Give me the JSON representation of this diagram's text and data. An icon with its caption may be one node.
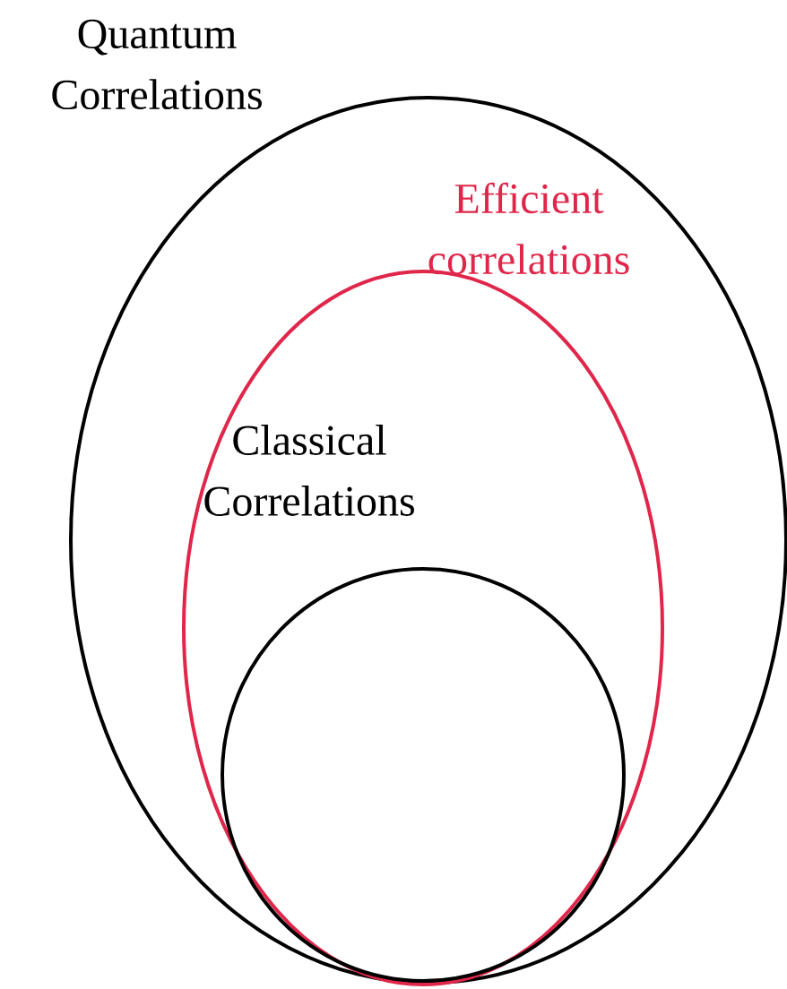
{
  "diagram": {
    "nodes": [
      {
        "text": [
          "Quantum Correlations"
        ]
      },
      {
        "text": [
          "Efficient correlations"
        ],
        "in": 0
      },
      {
        "text": [
          "Classical Correlations"
        ],
        "in": 1
      }
    ]
  }
}
